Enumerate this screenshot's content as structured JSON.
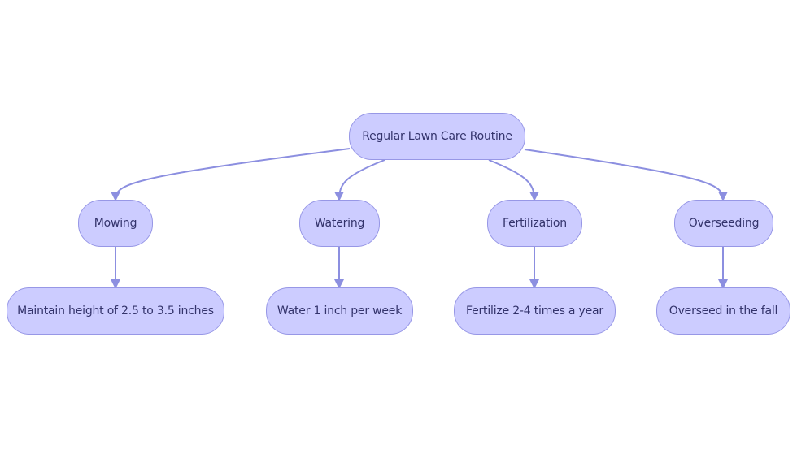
{
  "colors": {
    "node_fill": "#ccccff",
    "node_border": "#9797e6",
    "text": "#33336b",
    "edge": "#8c8fe0"
  },
  "diagram": {
    "root": {
      "label": "Regular Lawn Care Routine"
    },
    "branches": [
      {
        "label": "Mowing",
        "detail": "Maintain height of 2.5 to 3.5 inches"
      },
      {
        "label": "Watering",
        "detail": "Water 1 inch per week"
      },
      {
        "label": "Fertilization",
        "detail": "Fertilize 2-4 times a year"
      },
      {
        "label": "Overseeding",
        "detail": "Overseed in the fall"
      }
    ]
  }
}
